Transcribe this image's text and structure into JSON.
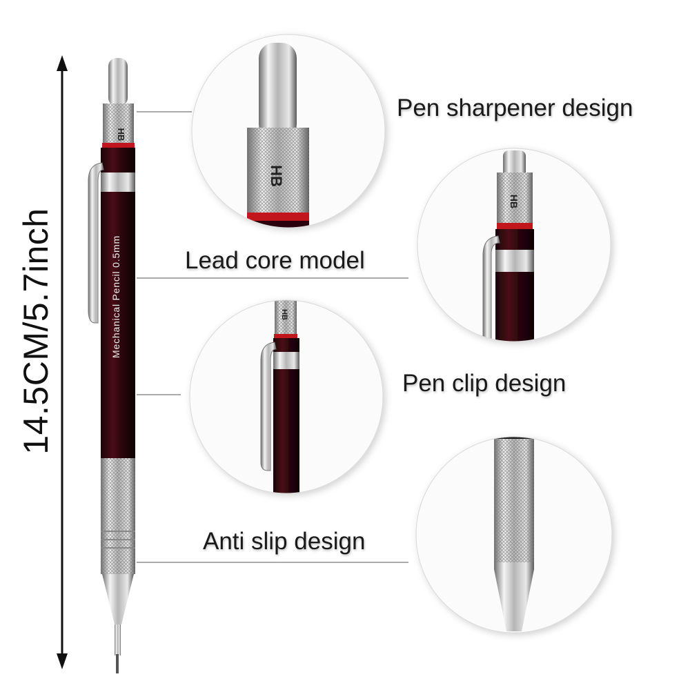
{
  "dimension_label": "14.5CM/5.7inch",
  "pencil_print": "Mechanical Pencil 0.5mm",
  "lead_grade": "HB",
  "callouts": [
    {
      "label": "Pen sharpener design"
    },
    {
      "label": "Lead core model"
    },
    {
      "label": "Pen clip design"
    },
    {
      "label": "Anti slip design"
    }
  ],
  "colors": {
    "barrel": "#3a0a12",
    "metal": "#c8c8c8",
    "accent_ring": "#c0141e",
    "text": "#1a1a1a"
  }
}
